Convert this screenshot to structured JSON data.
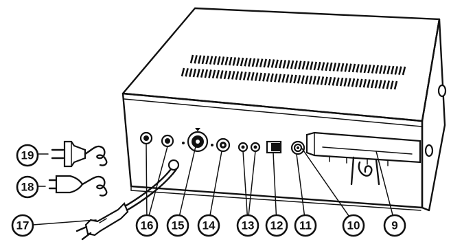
{
  "callouts": [
    {
      "id": "9",
      "label": "9"
    },
    {
      "id": "10",
      "label": "10"
    },
    {
      "id": "11",
      "label": "11"
    },
    {
      "id": "12",
      "label": "12"
    },
    {
      "id": "13",
      "label": "13"
    },
    {
      "id": "14",
      "label": "14"
    },
    {
      "id": "15",
      "label": "15"
    },
    {
      "id": "16",
      "label": "16"
    },
    {
      "id": "17",
      "label": "17"
    },
    {
      "id": "18",
      "label": "18"
    },
    {
      "id": "19",
      "label": "19"
    }
  ]
}
